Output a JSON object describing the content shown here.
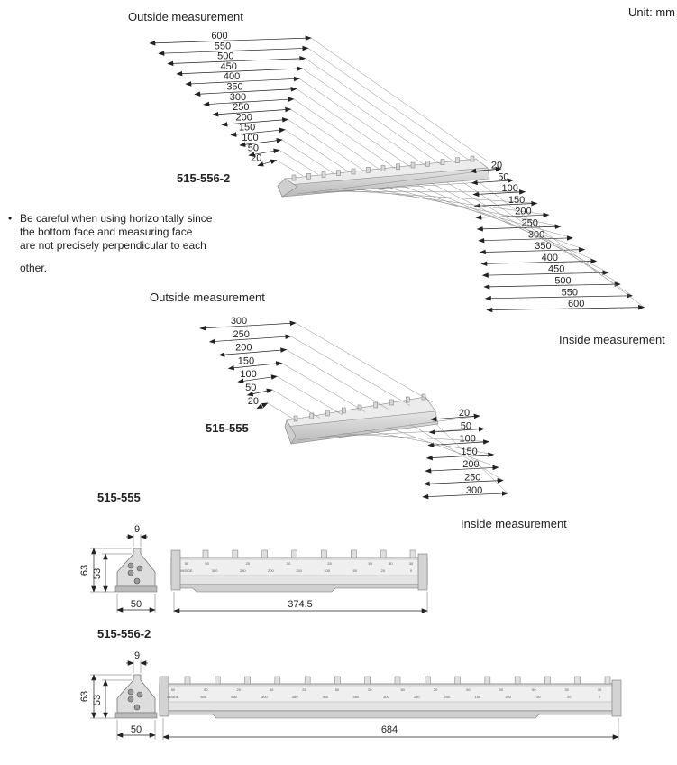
{
  "unit_label": "Unit: mm",
  "outside_label": "Outside measurement",
  "inside_label": "Inside measurement",
  "note": {
    "bullet": "•",
    "lines": [
      "Be careful when using horizontally since",
      "the bottom face and measuring face",
      "are not precisely perpendicular to each",
      "other."
    ]
  },
  "big": {
    "model": "515-556-2",
    "outside": [
      "600",
      "550",
      "500",
      "450",
      "400",
      "350",
      "300",
      "250",
      "200",
      "150",
      "100",
      "50",
      "20"
    ],
    "inside": [
      "20",
      "50",
      "100",
      "150",
      "200",
      "250",
      "300",
      "350",
      "400",
      "450",
      "500",
      "550",
      "600"
    ]
  },
  "small": {
    "model": "515-555",
    "outside": [
      "300",
      "250",
      "200",
      "150",
      "100",
      "50",
      "20"
    ],
    "inside": [
      "20",
      "50",
      "100",
      "150",
      "200",
      "250",
      "300"
    ]
  },
  "drawings": [
    {
      "model": "515-555",
      "width": "9",
      "height_outer": "63",
      "height_inner": "53",
      "base": "50",
      "length": "374.5",
      "scale_top": [
        "50",
        "50",
        "",
        "20",
        "",
        "50",
        "",
        "25",
        "",
        "50",
        "30",
        "30"
      ],
      "scale_bottom": [
        "INSIDE",
        "300",
        "250",
        "200",
        "150",
        "100",
        "50",
        "20",
        "0"
      ]
    },
    {
      "model": "515-556-2",
      "width": "9",
      "height_outer": "63",
      "height_inner": "53",
      "base": "50",
      "length": "684",
      "scale_top": [
        "50",
        "50",
        "20",
        "50",
        "25",
        "50",
        "20",
        "50",
        "20",
        "50",
        "20",
        "50",
        "30",
        "30"
      ],
      "scale_bottom": [
        "INSIDE",
        "600",
        "550",
        "500",
        "450",
        "400",
        "350",
        "300",
        "250",
        "200",
        "150",
        "100",
        "50",
        "20",
        "0"
      ]
    }
  ]
}
